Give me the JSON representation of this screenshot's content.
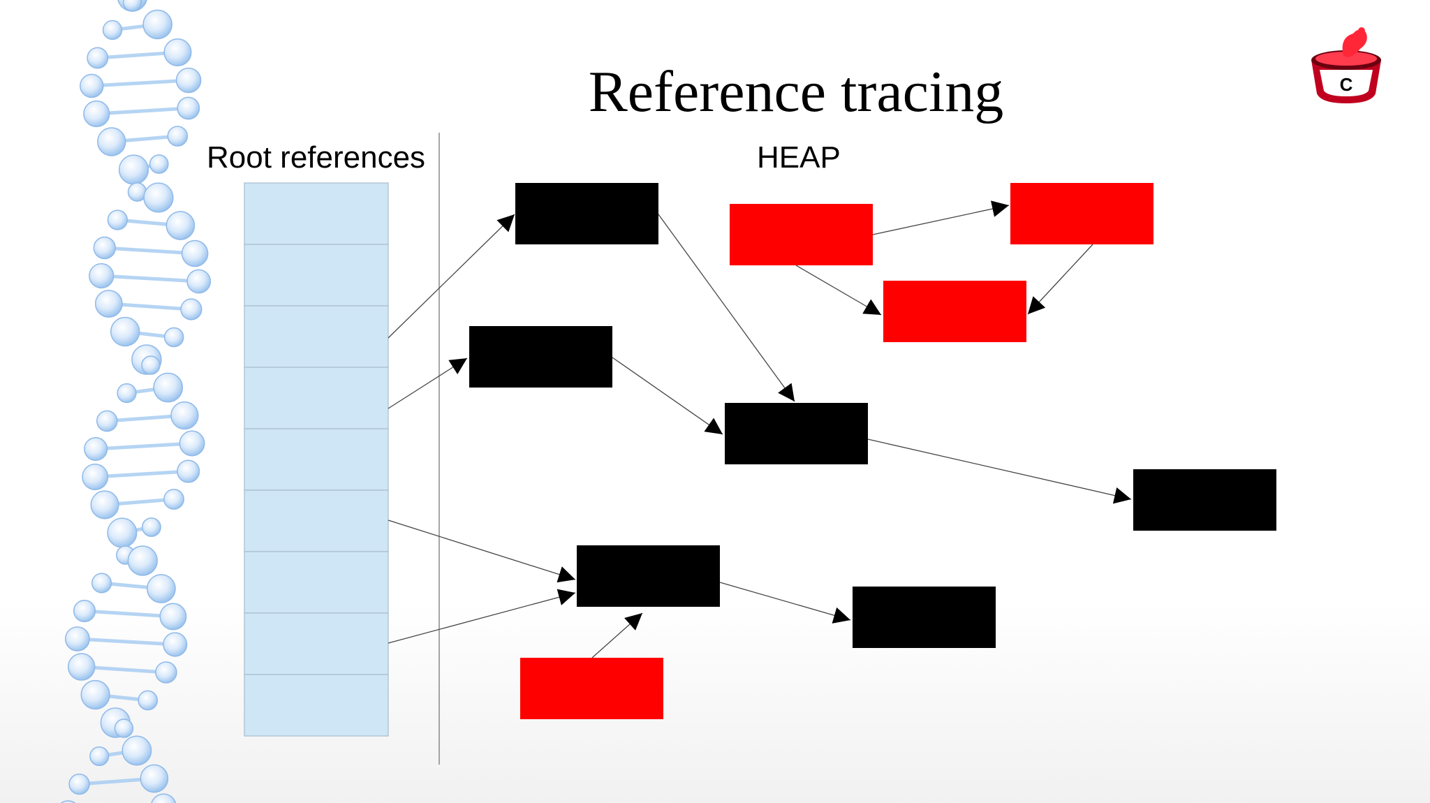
{
  "slide": {
    "title": "Reference tracing",
    "root_label": "Root references",
    "heap_label": "HEAP",
    "logo_text": "C"
  },
  "colors": {
    "root_fill": "#cfe6f7",
    "root_stroke": "#a8bccb",
    "reachable": "#000000",
    "unreachable": "#ff0000",
    "divider": "#888888",
    "arrow": "#444444",
    "dna": "#a9cdf2"
  },
  "icons": [
    "dna-helix-icon",
    "logo-bucket-icon"
  ],
  "objects": [
    {
      "id": "A",
      "state": "reachable"
    },
    {
      "id": "B",
      "state": "reachable"
    },
    {
      "id": "C",
      "state": "reachable"
    },
    {
      "id": "D",
      "state": "reachable"
    },
    {
      "id": "E",
      "state": "reachable"
    },
    {
      "id": "F",
      "state": "reachable"
    },
    {
      "id": "G",
      "state": "unreachable"
    },
    {
      "id": "H",
      "state": "unreachable"
    },
    {
      "id": "I",
      "state": "unreachable"
    },
    {
      "id": "J",
      "state": "unreachable"
    }
  ],
  "root_slot_count": 9,
  "references": [
    {
      "from": "root-3",
      "to": "A"
    },
    {
      "from": "root-4",
      "to": "B"
    },
    {
      "from": "A",
      "to": "C"
    },
    {
      "from": "B",
      "to": "C"
    },
    {
      "from": "C",
      "to": "D"
    },
    {
      "from": "root-6",
      "to": "E"
    },
    {
      "from": "root-8",
      "to": "E"
    },
    {
      "from": "J",
      "to": "E"
    },
    {
      "from": "E",
      "to": "F"
    },
    {
      "from": "G",
      "to": "H"
    },
    {
      "from": "G",
      "to": "I"
    },
    {
      "from": "H",
      "to": "I"
    }
  ]
}
